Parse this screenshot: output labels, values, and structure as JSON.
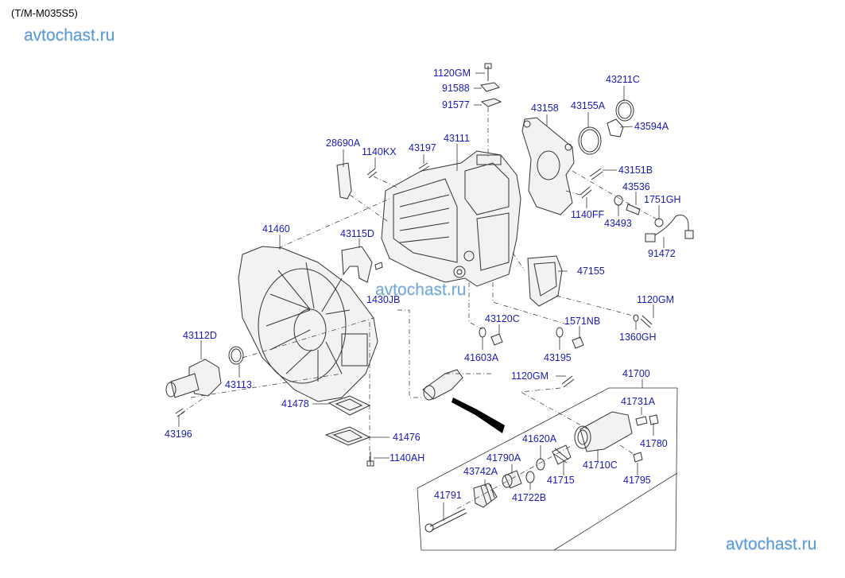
{
  "header": {
    "model_code": "(T/M-M035S5)"
  },
  "watermarks": {
    "top_left": "avtochast.ru",
    "center": "avtochast.ru",
    "bottom_right": "avtochast.ru"
  },
  "colors": {
    "label": "#1a1ab4",
    "watermark": "#5b9ad8",
    "line": "#333333"
  },
  "parts": [
    {
      "id": "p_1120GM_top",
      "label": "1120GM",
      "name": "bolt"
    },
    {
      "id": "p_91588",
      "label": "91588",
      "name": "bracket"
    },
    {
      "id": "p_91577",
      "label": "91577",
      "name": "bracket"
    },
    {
      "id": "p_43211C",
      "label": "43211C",
      "name": "oil-seal"
    },
    {
      "id": "p_43158",
      "label": "43158",
      "name": "rear-cover"
    },
    {
      "id": "p_43155A",
      "label": "43155A",
      "name": "gasket-ring"
    },
    {
      "id": "p_43594A",
      "label": "43594A",
      "name": "plate"
    },
    {
      "id": "p_28690A",
      "label": "28690A",
      "name": "bracket"
    },
    {
      "id": "p_1140KX",
      "label": "1140KX",
      "name": "bolt"
    },
    {
      "id": "p_43197",
      "label": "43197",
      "name": "bolt"
    },
    {
      "id": "p_43111",
      "label": "43111",
      "name": "transmission-case"
    },
    {
      "id": "p_43151B",
      "label": "43151B",
      "name": "bolt"
    },
    {
      "id": "p_43536",
      "label": "43536",
      "name": "switch"
    },
    {
      "id": "p_1751GH",
      "label": "1751GH",
      "name": "o-ring"
    },
    {
      "id": "p_1140FF",
      "label": "1140FF",
      "name": "bolt"
    },
    {
      "id": "p_43493",
      "label": "43493",
      "name": "gasket"
    },
    {
      "id": "p_91472",
      "label": "91472",
      "name": "wiring"
    },
    {
      "id": "p_41460",
      "label": "41460",
      "name": "clutch-housing"
    },
    {
      "id": "p_43115D",
      "label": "43115D",
      "name": "gasket"
    },
    {
      "id": "p_1430JB",
      "label": "1430JB",
      "name": "dowel-pin"
    },
    {
      "id": "p_47155",
      "label": "47155",
      "name": "cover"
    },
    {
      "id": "p_1120GM_right",
      "label": "1120GM",
      "name": "bolt"
    },
    {
      "id": "p_1360GH",
      "label": "1360GH",
      "name": "washer"
    },
    {
      "id": "p_43120C",
      "label": "43120C",
      "name": "plug"
    },
    {
      "id": "p_1571NB",
      "label": "1571NB",
      "name": "plug"
    },
    {
      "id": "p_41603A",
      "label": "41603A",
      "name": "gasket"
    },
    {
      "id": "p_43195",
      "label": "43195",
      "name": "gasket"
    },
    {
      "id": "p_43112D",
      "label": "43112D",
      "name": "bearing-retainer"
    },
    {
      "id": "p_43113",
      "label": "43113",
      "name": "oil-seal"
    },
    {
      "id": "p_43196",
      "label": "43196",
      "name": "bolt"
    },
    {
      "id": "p_41478",
      "label": "41478",
      "name": "cover"
    },
    {
      "id": "p_41476",
      "label": "41476",
      "name": "gasket"
    },
    {
      "id": "p_1140AH",
      "label": "1140AH",
      "name": "bolt"
    },
    {
      "id": "p_1120GM_mid",
      "label": "1120GM",
      "name": "bolt"
    },
    {
      "id": "p_41700",
      "label": "41700",
      "name": "release-cylinder-assembly"
    },
    {
      "id": "p_41731A",
      "label": "41731A",
      "name": "bleeder"
    },
    {
      "id": "p_41780",
      "label": "41780",
      "name": "cap"
    },
    {
      "id": "p_41620A",
      "label": "41620A",
      "name": "ring"
    },
    {
      "id": "p_41790A",
      "label": "41790A",
      "name": "piston"
    },
    {
      "id": "p_41715",
      "label": "41715",
      "name": "spring"
    },
    {
      "id": "p_41710C",
      "label": "41710C",
      "name": "cylinder-body"
    },
    {
      "id": "p_43742A",
      "label": "43742A",
      "name": "boot"
    },
    {
      "id": "p_41722B",
      "label": "41722B",
      "name": "ring"
    },
    {
      "id": "p_41795",
      "label": "41795",
      "name": "cap"
    },
    {
      "id": "p_41791",
      "label": "41791",
      "name": "push-rod"
    }
  ]
}
